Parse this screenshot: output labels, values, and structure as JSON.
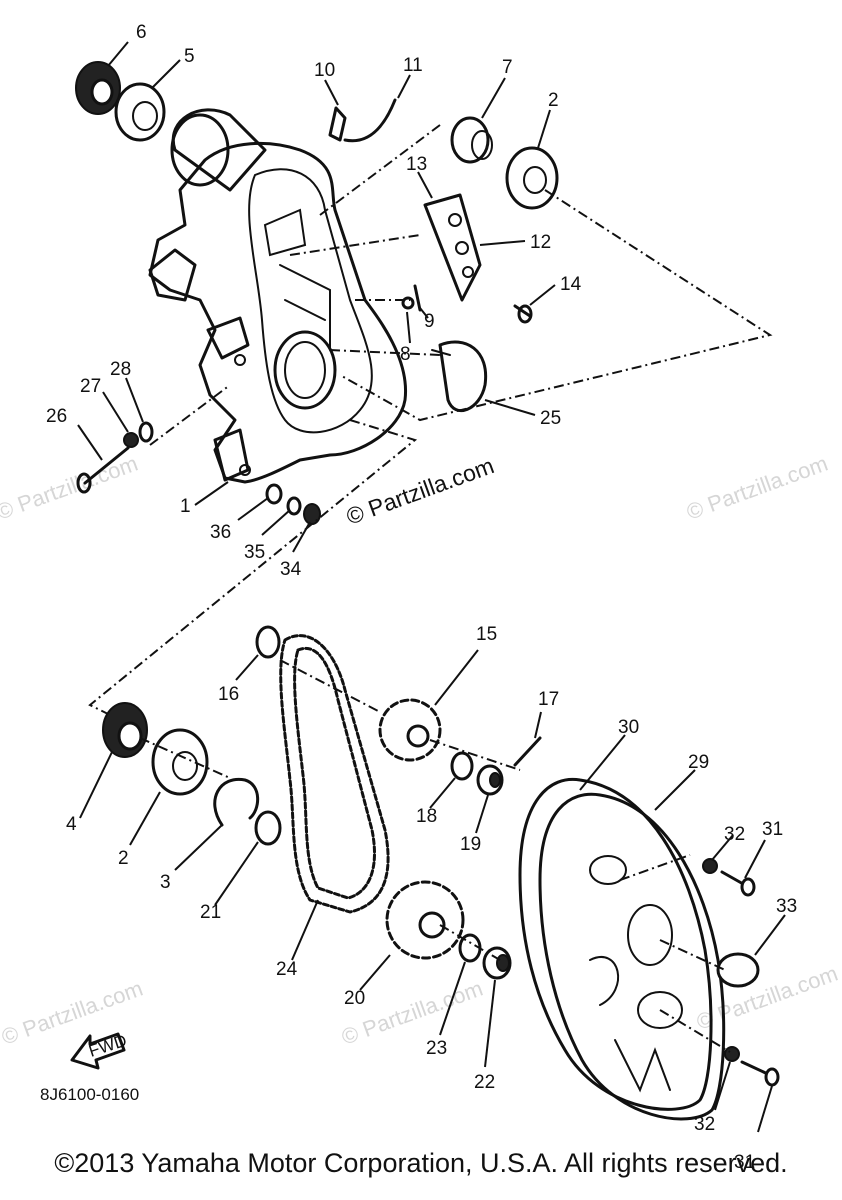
{
  "watermarks": {
    "main": "© Partzilla.com",
    "faint": "© Partzilla.com"
  },
  "diagram_code": "8J6100-0160",
  "fwd_label": "FWD",
  "copyright": "©2013  Yamaha Motor Corporation, U.S.A. All rights reserved.",
  "callouts": {
    "c1": "1",
    "c2a": "2",
    "c2b": "2",
    "c3": "3",
    "c4": "4",
    "c5": "5",
    "c6": "6",
    "c7": "7",
    "c8": "8",
    "c9": "9",
    "c10": "10",
    "c11": "11",
    "c12": "12",
    "c13": "13",
    "c14": "14",
    "c15": "15",
    "c16": "16",
    "c17": "17",
    "c18": "18",
    "c19": "19",
    "c20": "20",
    "c21": "21",
    "c22": "22",
    "c23": "23",
    "c24": "24",
    "c25": "25",
    "c26": "26",
    "c27": "27",
    "c28": "28",
    "c29": "29",
    "c30": "30",
    "c31a": "31",
    "c31b": "31",
    "c32a": "32",
    "c32b": "32",
    "c33": "33",
    "c34": "34",
    "c35": "35",
    "c36": "36"
  }
}
